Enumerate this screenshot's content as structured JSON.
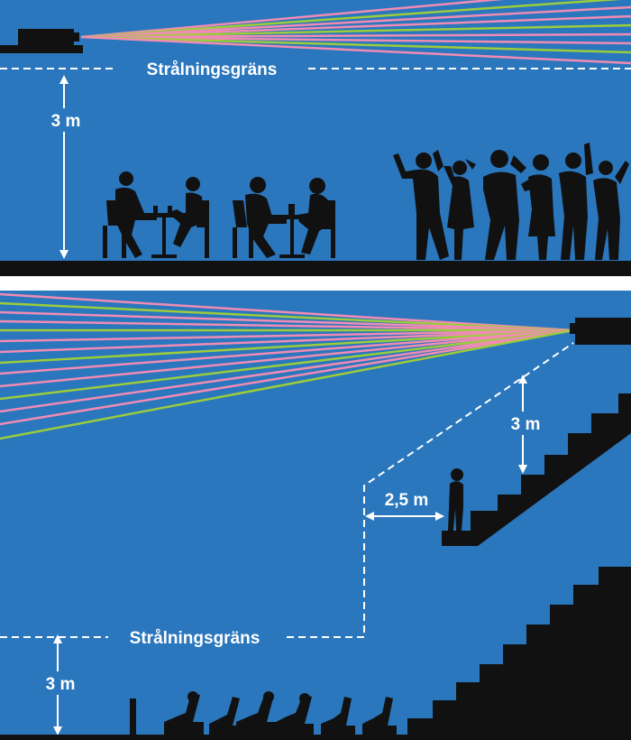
{
  "colors": {
    "background": "#2a77bd",
    "silhouette": "#111111",
    "divider": "#ffffff",
    "beam_pink": "#f08cb4",
    "beam_green": "#9ccc3c",
    "marking": "#ffffff"
  },
  "top_panel": {
    "boundary_label": "Strålningsgräns",
    "height_label": "3 m"
  },
  "bottom_panel": {
    "boundary_label": "Strålningsgräns",
    "floor_height_label": "3 m",
    "stair_height_label": "3 m",
    "horizontal_distance_label": "2,5 m"
  }
}
